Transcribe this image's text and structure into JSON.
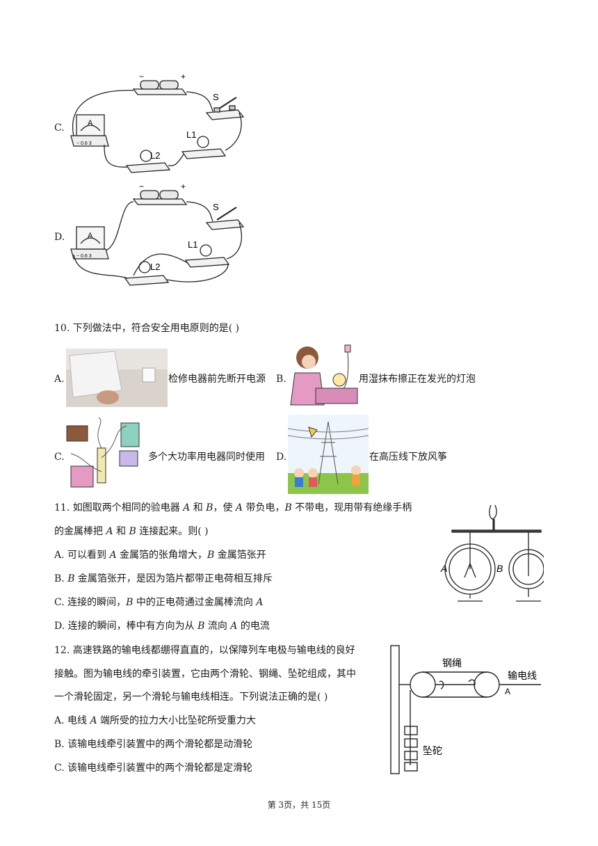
{
  "circuits": {
    "option_c": "C.",
    "option_d": "D.",
    "minus": "−",
    "plus": "+",
    "switch": "S",
    "ammeter": "A",
    "ammeter_scale": "− 0.6 3",
    "lamp1": "L1",
    "lamp2": "L2"
  },
  "q10": {
    "stem": "10. 下列做法中，符合安全用电原则的是(    )",
    "a_label": "A.",
    "a_text": "检修电器前先断开电源",
    "b_label": "B.",
    "b_text": "用湿抹布擦正在发光的灯泡",
    "c_label": "C.",
    "c_text": "多个大功率用电器同时使用",
    "d_label": "D.",
    "d_text": "在高压线下放风筝"
  },
  "q11": {
    "line1": "11. 如图取两个相同的验电器 𝐴 和 𝐵，使 𝐴 带负电，𝐵 不带电，现用带有绝缘手柄",
    "line2": "的金属棒把 𝐴 和 𝐵 连接起来。则(    )",
    "a": "A. 可以看到 𝐴 金属箔的张角增大，𝐵 金属箔张开",
    "b": "B. 𝐵 金属箔张开，是因为箔片都带正电荷相互排斥",
    "c": "C. 连接的瞬间，𝐵 中的正电荷通过金属棒流向 𝐴",
    "d": "D. 连接的瞬间，棒中有方向为从 𝐵 流向 𝐴 的电流",
    "fig_a": "A",
    "fig_b": "B"
  },
  "q12": {
    "line1": "12. 高速铁路的输电线都绷得直直的，以保障列车电极与输电线的良好",
    "line2": "接触。图为输电线的牵引装置，它由两个滑轮、钢绳、坠砣组成，其中",
    "line3": "一个滑轮固定，另一个滑轮与输电线相连。下列说法正确的是(    )",
    "a": "A. 电线 𝐴 端所受的拉力大小比坠砣所受重力大",
    "b": "B. 该输电线牵引装置中的两个滑轮都是动滑轮",
    "c": "C. 该输电线牵引装置中的两个滑轮都是定滑轮",
    "fig_rope": "钢绳",
    "fig_wire": "输电线",
    "fig_a": "A",
    "fig_weight": "坠砣"
  },
  "footer": "第 3页，共 15页"
}
